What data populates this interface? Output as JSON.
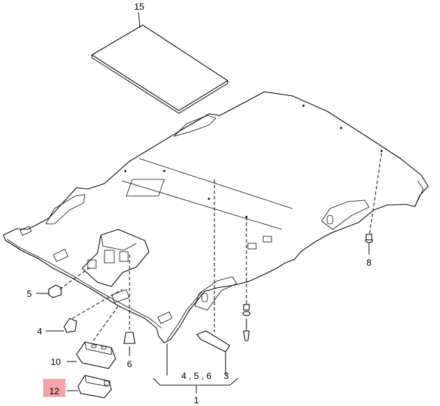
{
  "labels": {
    "mat": "15",
    "clip_left": "5",
    "hook": "4",
    "lamp_a": "10",
    "lamp_b": "12",
    "clip_right_lower": "6",
    "group": "4 , 5 , 6",
    "cover": "3",
    "assembly": "1",
    "clip_right_upper": "8",
    "clip_right_mid": "8"
  },
  "colors": {
    "highlight": "#f4a3a8",
    "line": "#000000",
    "background": "#ffffff"
  }
}
